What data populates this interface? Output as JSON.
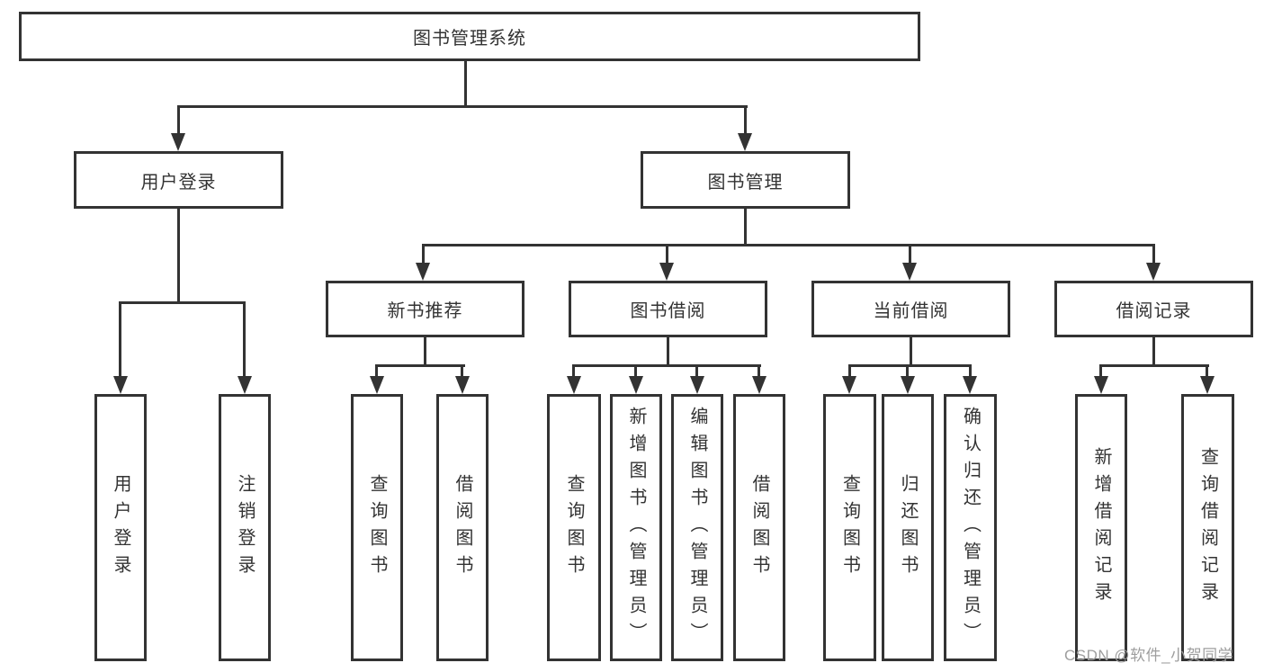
{
  "title": "图书管理系统",
  "watermark": "CSDN @软件_小贺同学",
  "colors": {
    "line": "#333333",
    "text": "#333333",
    "background": "#ffffff",
    "watermark": "#9e9e9e"
  },
  "tree": {
    "root": {
      "label": "图书管理系统"
    },
    "branches": [
      {
        "label": "用户登录",
        "leaves": [
          {
            "label": "用户登录"
          },
          {
            "label": "注销登录"
          }
        ]
      },
      {
        "label": "图书管理",
        "sections": [
          {
            "label": "新书推荐",
            "leaves": [
              {
                "label": "查询图书"
              },
              {
                "label": "借阅图书"
              }
            ]
          },
          {
            "label": "图书借阅",
            "leaves": [
              {
                "label": "查询图书"
              },
              {
                "label": "新增图书（管理员）"
              },
              {
                "label": "编辑图书（管理员）"
              },
              {
                "label": "借阅图书"
              }
            ]
          },
          {
            "label": "当前借阅",
            "leaves": [
              {
                "label": "查询图书"
              },
              {
                "label": "归还图书"
              },
              {
                "label": "确认归还（管理员）"
              }
            ]
          },
          {
            "label": "借阅记录",
            "leaves": [
              {
                "label": "新增借阅记录"
              },
              {
                "label": "查询借阅记录"
              }
            ]
          }
        ]
      }
    ]
  }
}
